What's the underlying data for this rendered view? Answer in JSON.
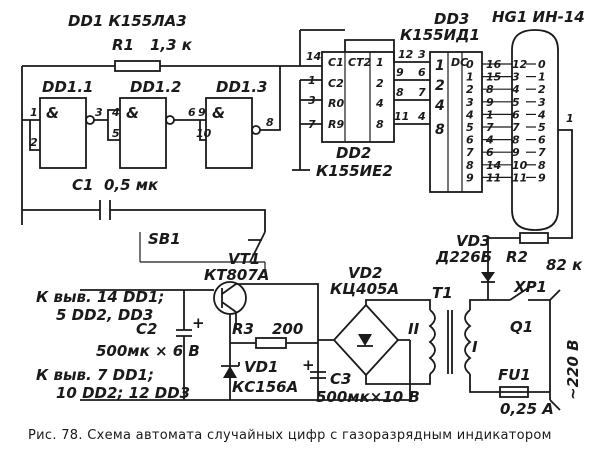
{
  "labels": {
    "dd1_title": "DD1  К155ЛА3",
    "r1": "R1",
    "r1_value": "1,3 к",
    "dd11": "DD1.1",
    "dd12": "DD1.2",
    "dd13": "DD1.3",
    "and_sym": "&",
    "c1": "C1",
    "c1_value": "0,5 мк",
    "sb1": "SB1",
    "dd2_name": "DD2",
    "dd2_type": "К155ИЕ2",
    "dd3_name": "DD3",
    "dd3_type": "К155ИД1",
    "dd2_c1": "C1",
    "dd2_c2": "C2",
    "dd2_r0": "R0",
    "dd2_r9": "R9",
    "dd2_ct": "CT2",
    "dc": "DC",
    "hg1": "HG1  ИН-14",
    "vt1": "VT1",
    "vt1_type": "КТ807А",
    "vd2": "VD2",
    "vd2_type": "КЦ405А",
    "vd3": "VD3",
    "vd3_type": "Д226Б",
    "r2": "R2",
    "r2_value": "82 к",
    "xp1": "XP1",
    "t1": "T1",
    "q1": "Q1",
    "mains": "~220 В",
    "r3": "R3",
    "r3_value": "200",
    "c2": "C2",
    "c2_value": "500мк × 6 В",
    "c3": "C3",
    "c3_value": "500мк×10 В",
    "vd1": "VD1",
    "vd1_type": "КС156А",
    "fu1": "FU1",
    "fu1_value": "0,25 А",
    "winding_ii": "II",
    "winding_i": "I",
    "note1_a": "К выв. 14 DD1;",
    "note1_b": "5 DD2, DD3",
    "note2_a": "К выв. 7 DD1;",
    "note2_b": "10 DD2; 12 DD3",
    "plus": "+"
  },
  "pins": {
    "dd11_in1": "1",
    "dd11_in2": "2",
    "dd11_out": "3",
    "dd12_in1": "4",
    "dd12_in2": "5",
    "dd12_out": "6",
    "dd13_in1": "9",
    "dd13_in2": "10",
    "dd13_out": "8",
    "dd2_14": "14",
    "dd2_1": "1",
    "dd2_3": "3",
    "dd2_7": "7",
    "dd2_12": "12",
    "dd2_9": "9",
    "dd2_8": "8",
    "dd2_11": "11",
    "dd2_q1": "1",
    "dd2_q2": "2",
    "dd2_q4": "4",
    "dd2_q8": "8",
    "dd3_3": "3",
    "dd3_6": "6",
    "dd3_7": "7",
    "dd3_4": "4",
    "dd3_in1": "1",
    "dd3_in2": "2",
    "dd3_in4": "4",
    "dd3_in8": "8",
    "hg_anode": "1"
  },
  "decoder_outputs": [
    "0",
    "1",
    "2",
    "3",
    "4",
    "5",
    "6",
    "7",
    "8",
    "9"
  ],
  "decoder_pins": [
    "16",
    "15",
    "8",
    "9",
    "1",
    "7",
    "4",
    "6",
    "14",
    "11"
  ],
  "tube_pins": [
    "12",
    "3",
    "4",
    "5",
    "6",
    "7",
    "8",
    "9",
    "10",
    "11"
  ],
  "tube_digits": [
    "0",
    "1",
    "2",
    "3",
    "4",
    "5",
    "6",
    "7",
    "8",
    "9"
  ],
  "caption": "Рис. 78. Схема автомата случайных цифр с газоразрядным индикатором"
}
